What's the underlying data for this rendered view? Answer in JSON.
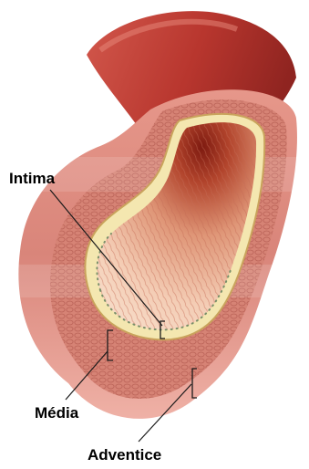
{
  "labels": {
    "intima": "Intima",
    "media": "Média",
    "adventice": "Adventice"
  },
  "colors": {
    "background": "#ffffff",
    "lumen_dark": "#8a1e12",
    "lumen_mid": "#c9674a",
    "lumen_light": "#f3c6ad",
    "endothelium": "#f4e7b0",
    "endothelium_edge": "#c9a35c",
    "media_wall": "#cf7d6e",
    "media_texture": "#b25a50",
    "adventice_wall": "#e9a196",
    "outer_tube": "#b8362e",
    "pointer_line": "#1a1a1a",
    "text": "#000000"
  }
}
